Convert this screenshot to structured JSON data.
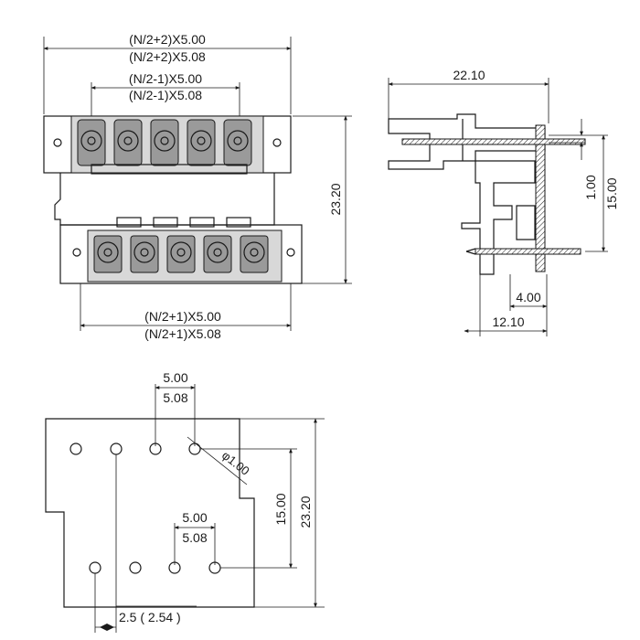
{
  "front_view": {
    "dim_top_1": "(N/2+2)X5.00",
    "dim_top_2": "(N/2+2)X5.08",
    "dim_mid_1": "(N/2-1)X5.00",
    "dim_mid_2": "(N/2-1)X5.08",
    "dim_height": "23.20",
    "dim_bottom_1": "(N/2+1)X5.00",
    "dim_bottom_2": "(N/2+1)X5.08"
  },
  "side_view": {
    "dim_width": "22.10",
    "dim_pitch_v": "1.00",
    "dim_height": "15.00",
    "dim_pin_offset": "4.00",
    "dim_depth": "12.10"
  },
  "pcb_view": {
    "dim_top_pitch_1": "5.00",
    "dim_top_pitch_2": "5.08",
    "dim_hole": "φ1.00",
    "dim_row_spacing": "15.00",
    "dim_height": "23.20",
    "dim_mid_pitch_1": "5.00",
    "dim_mid_pitch_2": "5.08",
    "dim_offset": "2.5 ( 2.54 )"
  }
}
